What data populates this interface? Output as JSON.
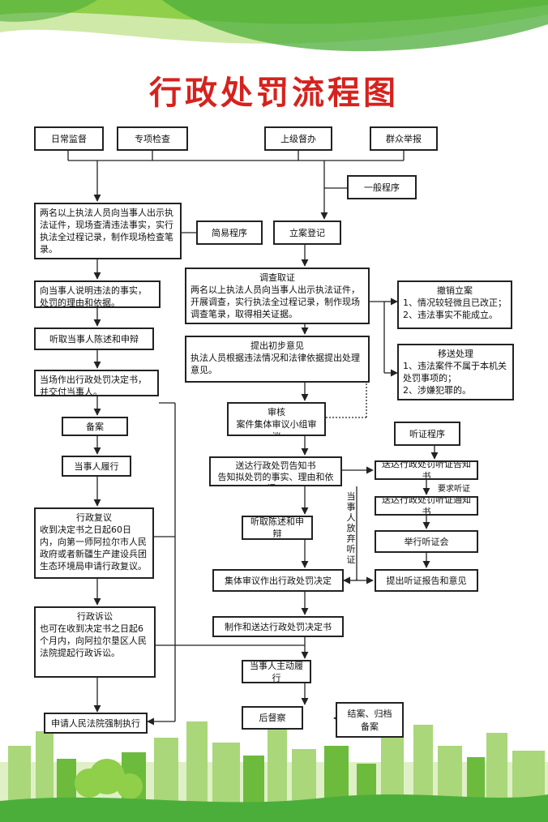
{
  "title": "行政处罚流程图",
  "sources": {
    "daily": "日常监督",
    "special": "专项检查",
    "superior": "上级督办",
    "report": "群众举报"
  },
  "general_procedure": "一般程序",
  "simple_procedure": "简易程序",
  "simple": {
    "evidence": "两名以上执法人员向当事人出示执法证件，现场查清违法事实，实行执法全过程记录，制作现场检查笔录。",
    "explain": "向当事人说明违法的事实，处罚的理由和依据。",
    "hear": "听取当事人陈述和申辩",
    "decide": "当场作出行政处罚决定书，并交付当事人。",
    "record": "备案",
    "comply": "当事人履行"
  },
  "review": {
    "title": "行政复议",
    "text": "收到决定书之日起60日内，向第一师阿拉尔市人民政府或者新疆生产建设兵团生态环境局申请行政复议。"
  },
  "lawsuit": {
    "title": "行政诉讼",
    "text": "也可在收到决定书之日起6个月内，向阿拉尔垦区人民法院提起行政诉讼。"
  },
  "enforce": "申请人民法院强制执行",
  "general": {
    "register": "立案登记",
    "investigate_title": "调查取证",
    "investigate_text": "两名以上执法人员向当事人出示执法证件，开展调查，实行执法全过程记录，制作现场调查笔录，取得相关证据。",
    "opinion_title": "提出初步意见",
    "opinion_text": "执法人员根据违法情况和法律依据提出处理意见。",
    "audit_title": "审核",
    "audit_text": "案件集体审议小组审议",
    "notice_line1": "送达行政处罚告知书",
    "notice_line2": "告知拟处罚的事实、理由和依据。",
    "statement": "听取陈述和申辩",
    "collective": "集体审议作出行政处罚决定",
    "deliver": "制作和送达行政处罚决定书",
    "voluntary": "当事人主动履行",
    "supervise": "后督察",
    "archive_line1": "结案、归档",
    "archive_line2": "备案"
  },
  "cancel": {
    "title": "撤销立案",
    "items": [
      "1、情况较轻微且已改正；",
      "2、违法事实不能成立。"
    ]
  },
  "transfer": {
    "title": "移送处理",
    "items": [
      "1、违法案件不属于本机关处罚事项的；",
      "2、涉嫌犯罪的。"
    ]
  },
  "hearing": {
    "title": "听证程序",
    "notice": "送达行政处罚听证告知书",
    "request": "要求听证",
    "notify": "送达行政处罚听证通知书",
    "hold": "举行听证会",
    "report": "提出听证报告和意见"
  },
  "waive": "当事人放弃听证",
  "colors": {
    "title": "#d6221e",
    "green": "#6dbb3c",
    "line": "#222222"
  }
}
